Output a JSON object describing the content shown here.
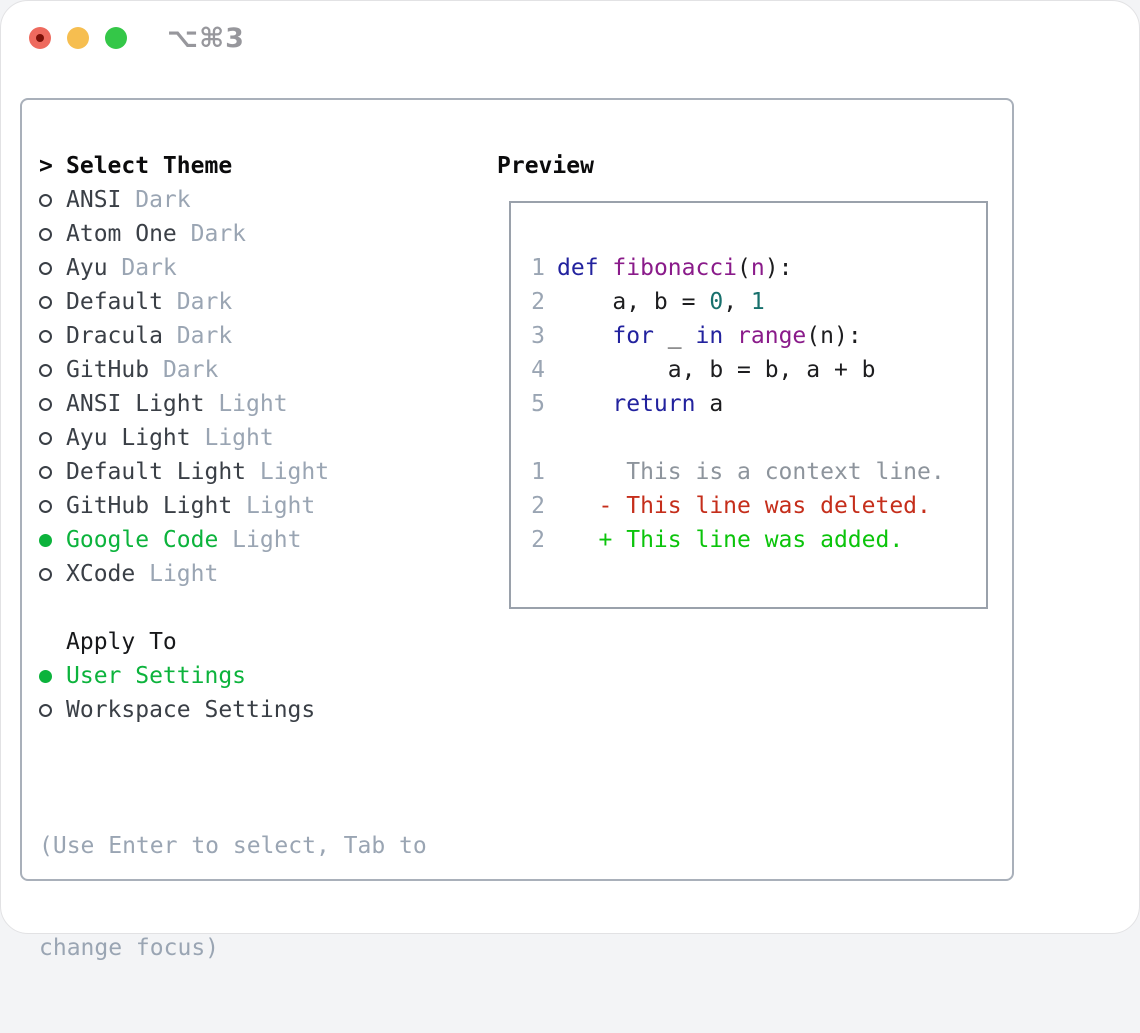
{
  "titlebar": {
    "shortcut": "⌥⌘3"
  },
  "colors": {
    "text": "#3a3f46",
    "heading": "#0b0b0c",
    "dim": "#9aa5b3",
    "green": "#0cb33c"
  },
  "theme_list": {
    "cursor": ">",
    "title": "Select Theme",
    "items": [
      {
        "label": "ANSI",
        "variant": "Dark",
        "selected": false
      },
      {
        "label": "Atom One",
        "variant": "Dark",
        "selected": false
      },
      {
        "label": "Ayu",
        "variant": "Dark",
        "selected": false
      },
      {
        "label": "Default",
        "variant": "Dark",
        "selected": false
      },
      {
        "label": "Dracula",
        "variant": "Dark",
        "selected": false
      },
      {
        "label": "GitHub",
        "variant": "Dark",
        "selected": false
      },
      {
        "label": "ANSI Light",
        "variant": "Light",
        "selected": false
      },
      {
        "label": "Ayu Light",
        "variant": "Light",
        "selected": false
      },
      {
        "label": "Default Light",
        "variant": "Light",
        "selected": false
      },
      {
        "label": "GitHub Light",
        "variant": "Light",
        "selected": false
      },
      {
        "label": "Google Code",
        "variant": "Light",
        "selected": true
      },
      {
        "label": "XCode",
        "variant": "Light",
        "selected": false
      }
    ]
  },
  "apply_to": {
    "title": "Apply To",
    "options": [
      {
        "label": "User Settings",
        "selected": true
      },
      {
        "label": "Workspace Settings",
        "selected": false
      }
    ]
  },
  "hint": {
    "line1": "(Use Enter to select, Tab to",
    "line2": "change focus)"
  },
  "preview": {
    "title": "Preview",
    "colors": {
      "kw": "#22229e",
      "fn": "#8a1b8a",
      "lit": "#17706c",
      "pl": "#1d1d1f",
      "lineno": "#9aa5b3",
      "ctx": "#8d949c",
      "del": "#c52e1b",
      "add": "#0bc40b"
    },
    "code_lines": [
      {
        "num": "1",
        "tokens": [
          {
            "t": "def",
            "c": "kw"
          },
          {
            "t": " ",
            "c": "pl"
          },
          {
            "t": "fibonacci",
            "c": "fn"
          },
          {
            "t": "(",
            "c": "pl"
          },
          {
            "t": "n",
            "c": "fn"
          },
          {
            "t": "):",
            "c": "pl"
          }
        ]
      },
      {
        "num": "2",
        "tokens": [
          {
            "t": "    a, b = ",
            "c": "pl"
          },
          {
            "t": "0",
            "c": "lit"
          },
          {
            "t": ", ",
            "c": "pl"
          },
          {
            "t": "1",
            "c": "lit"
          }
        ]
      },
      {
        "num": "3",
        "tokens": [
          {
            "t": "    ",
            "c": "pl"
          },
          {
            "t": "for",
            "c": "kw"
          },
          {
            "t": " _ ",
            "c": "pl"
          },
          {
            "t": "in",
            "c": "kw"
          },
          {
            "t": " ",
            "c": "pl"
          },
          {
            "t": "range",
            "c": "fn"
          },
          {
            "t": "(n):",
            "c": "pl"
          }
        ]
      },
      {
        "num": "4",
        "tokens": [
          {
            "t": "        a, b = b, a + b",
            "c": "pl"
          }
        ]
      },
      {
        "num": "5",
        "tokens": [
          {
            "t": "    ",
            "c": "pl"
          },
          {
            "t": "return",
            "c": "kw"
          },
          {
            "t": " a",
            "c": "pl"
          }
        ]
      },
      {
        "num": "",
        "tokens": []
      },
      {
        "num": "1",
        "tokens": [
          {
            "t": "     This is a context line.",
            "c": "ctx"
          }
        ]
      },
      {
        "num": "2",
        "tokens": [
          {
            "t": "   - This line was deleted.",
            "c": "del"
          }
        ]
      },
      {
        "num": "2",
        "tokens": [
          {
            "t": "   + This line was added.",
            "c": "add"
          }
        ]
      }
    ]
  }
}
